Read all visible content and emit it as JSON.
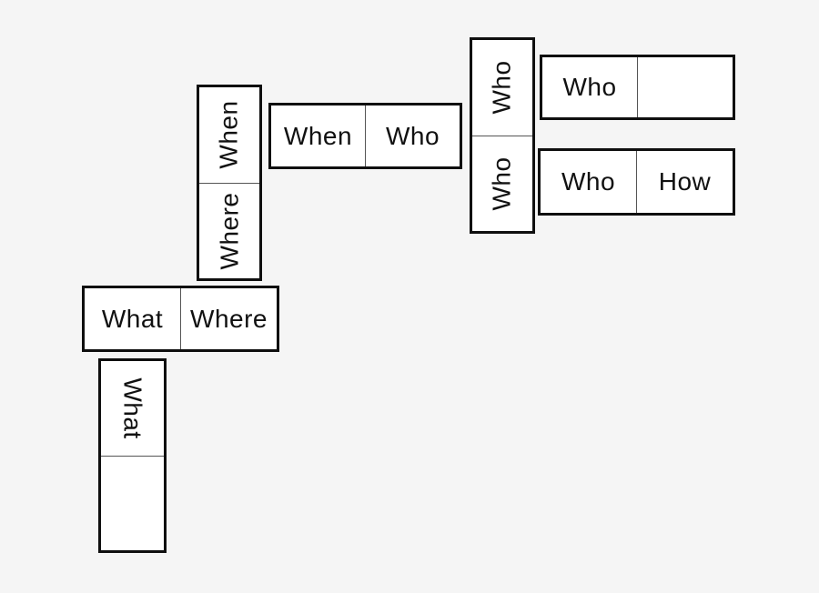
{
  "scene": {
    "description": "Word domino puzzle board with question-word tiles",
    "background": "#f5f5f5",
    "tile_fill": "#ffffff",
    "tile_border_color": "#0f0f0f",
    "divider_color": "#555555",
    "text_color": "#111111"
  },
  "dominoes": [
    {
      "name": "when-where",
      "orientation": "vertical",
      "halves": [
        {
          "label": "When"
        },
        {
          "label": "Where"
        }
      ]
    },
    {
      "name": "when-who",
      "orientation": "horizontal",
      "halves": [
        {
          "label": "When"
        },
        {
          "label": "Who"
        }
      ]
    },
    {
      "name": "who-who",
      "orientation": "vertical",
      "halves": [
        {
          "label": "Who"
        },
        {
          "label": "Who"
        }
      ]
    },
    {
      "name": "who-blank",
      "orientation": "horizontal",
      "halves": [
        {
          "label": "Who"
        },
        {
          "label": ""
        }
      ]
    },
    {
      "name": "who-how",
      "orientation": "horizontal",
      "halves": [
        {
          "label": "Who"
        },
        {
          "label": "How"
        }
      ]
    },
    {
      "name": "what-where",
      "orientation": "horizontal",
      "halves": [
        {
          "label": "What"
        },
        {
          "label": "Where"
        }
      ]
    },
    {
      "name": "what-blank",
      "orientation": "vertical",
      "halves": [
        {
          "label": "What"
        },
        {
          "label": ""
        }
      ]
    }
  ]
}
